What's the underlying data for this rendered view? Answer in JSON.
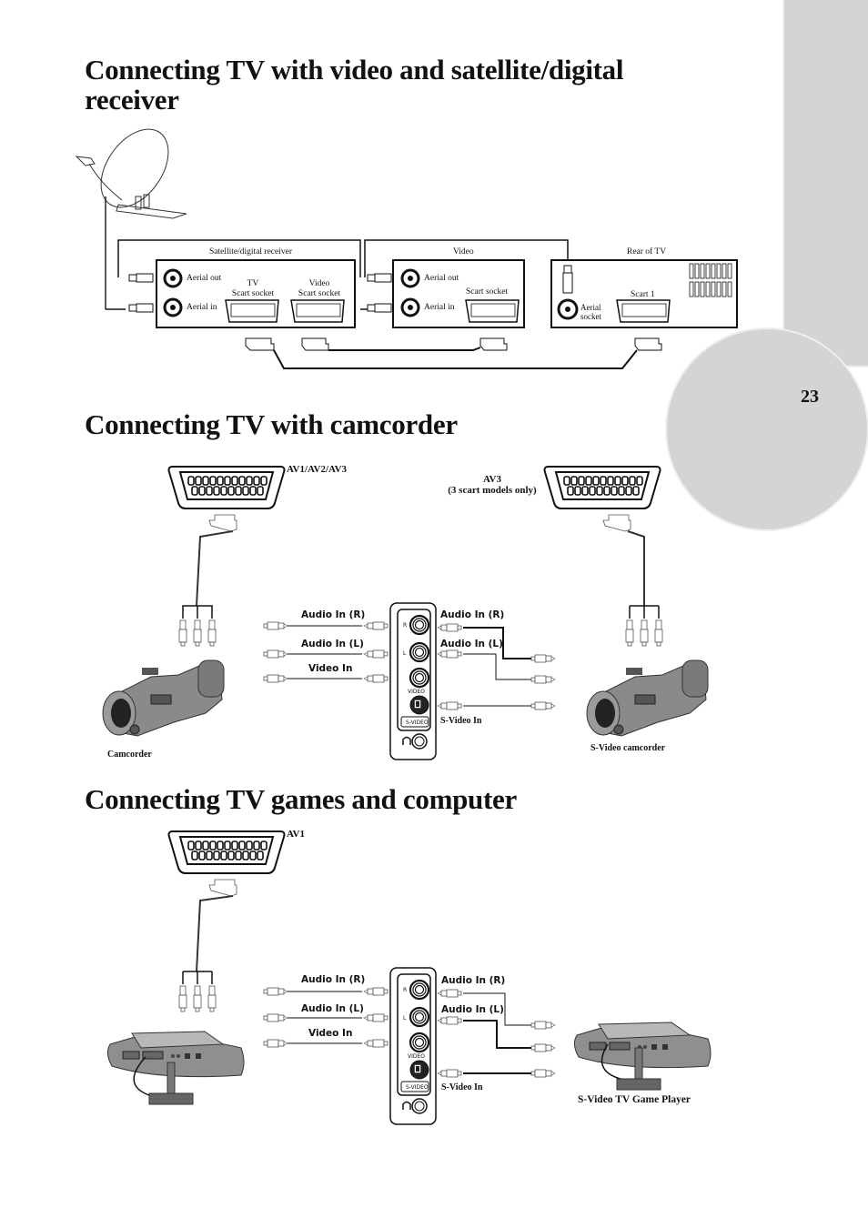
{
  "page": {
    "number": "23",
    "accent_gray": "#d4d4d4"
  },
  "sections": {
    "satellite": {
      "title": "Connecting TV with video and satellite/digital receiver",
      "devices": {
        "receiver": {
          "label": "Satellite/digital receiver",
          "aerial_out": "Aerial out",
          "aerial_in": "Aerial in",
          "tv_scart_line1": "TV",
          "tv_scart_line2": "Scart socket",
          "video_scart_line1": "Video",
          "video_scart_line2": "Scart socket"
        },
        "video": {
          "label": "Video",
          "aerial_out": "Aerial out",
          "aerial_in": "Aerial in",
          "scart": "Scart socket"
        },
        "tv": {
          "label": "Rear of TV",
          "aerial_line1": "Aerial",
          "aerial_line2": "socket",
          "scart": "Scart 1"
        }
      }
    },
    "camcorder": {
      "title": "Connecting TV with camcorder",
      "scart_left": "AV1/AV2/AV3",
      "scart_right_line1": "AV3",
      "scart_right_line2": "(3 scart models only)",
      "left_cables": [
        "Audio In (R)",
        "Audio In (L)",
        "Video In"
      ],
      "right_cables": [
        "Audio In (R)",
        "Audio In (L)"
      ],
      "svideo_in": "S-Video In",
      "panel_labels": {
        "r": "R",
        "l": "L",
        "video": "VIDEO",
        "svideo": "S-VIDEO"
      },
      "device_left": "Camcorder",
      "device_right": "S-Video camcorder"
    },
    "games": {
      "title": "Connecting TV games and computer",
      "scart_left": "AV1",
      "left_cables": [
        "Audio In (R)",
        "Audio In (L)",
        "Video In"
      ],
      "right_cables": [
        "Audio In (R)",
        "Audio In (L)"
      ],
      "svideo_in": "S-Video In",
      "panel_labels": {
        "r": "R",
        "l": "L",
        "video": "VIDEO",
        "svideo": "S-VIDEO"
      },
      "device_right": "S-Video TV Game Player"
    }
  }
}
